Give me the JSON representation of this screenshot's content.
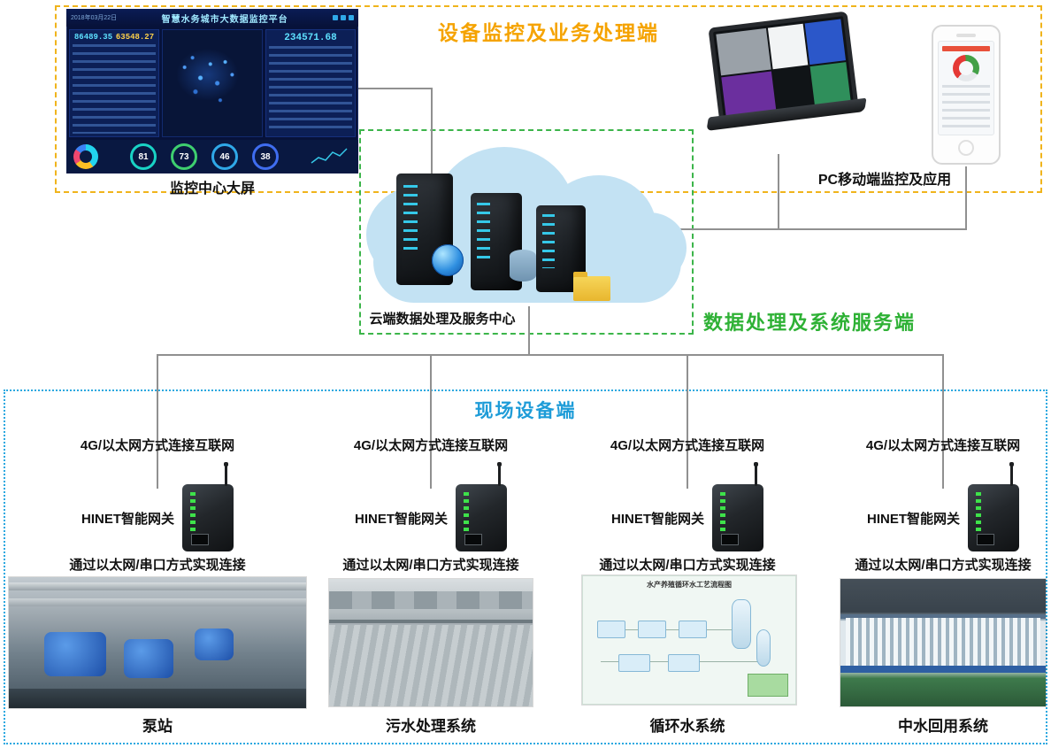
{
  "zones": {
    "monitor": {
      "title": "设备监控及业务处理端"
    },
    "service": {
      "label": "数据处理及系统服务端"
    },
    "field": {
      "title": "现场设备端"
    }
  },
  "dashboard": {
    "caption": "监控中心大屏",
    "header_title": "智慧水务城市大数据监控平台",
    "date": "2018年03月22日",
    "stats": [
      "86489.35",
      "63548.27",
      "234571.68"
    ],
    "gauges": [
      "81",
      "73",
      "46",
      "38"
    ]
  },
  "pc_mobile": {
    "caption": "PC移动端监控及应用"
  },
  "cloud": {
    "caption": "云端数据处理及服务中心"
  },
  "field_columns": [
    {
      "net": "4G/以太网方式连接互联网",
      "gateway": "HINET智能网关",
      "conn": "通过以太网/串口方式实现连接",
      "name": "泵站"
    },
    {
      "net": "4G/以太网方式连接互联网",
      "gateway": "HINET智能网关",
      "conn": "通过以太网/串口方式实现连接",
      "name": "污水处理系统"
    },
    {
      "net": "4G/以太网方式连接互联网",
      "gateway": "HINET智能网关",
      "conn": "通过以太网/串口方式实现连接",
      "name": "循环水系统",
      "photo_title": "水产养殖循环水工艺流程图"
    },
    {
      "net": "4G/以太网方式连接互联网",
      "gateway": "HINET智能网关",
      "conn": "通过以太网/串口方式实现连接",
      "name": "中水回用系统"
    }
  ],
  "colors": {
    "zone_monitor": "#f0b41c",
    "zone_cloud": "#3cb54a",
    "zone_field": "#2aa8e0",
    "connector": "#909090",
    "gauge_rings": [
      "#19d3c5",
      "#3ecf6f",
      "#2fa8e8",
      "#3f6df0"
    ]
  }
}
